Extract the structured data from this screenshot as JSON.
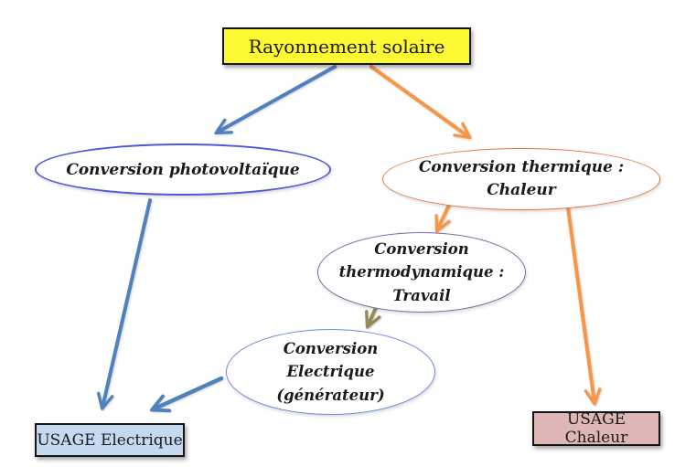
{
  "diagram": {
    "title": "Rayonnement solaire",
    "nodes": {
      "solar": {
        "label": "Rayonnement solaire",
        "shape": "rectangle",
        "fill": "#fcf832",
        "border": "#151515"
      },
      "photovoltaic": {
        "label": "Conversion photovoltaïque",
        "shape": "ellipse",
        "stroke": "#5058d8"
      },
      "thermal": {
        "label": "Conversion thermique :\nChaleur",
        "shape": "ellipse",
        "stroke": "#e8763a"
      },
      "thermodynamic": {
        "label": "Conversion\nthermodynamique :\nTravail",
        "shape": "ellipse",
        "stroke": "#7b6a9d"
      },
      "electric_generator": {
        "label": "Conversion\nElectrique\n(générateur)",
        "shape": "ellipse",
        "stroke": "#7289e2"
      },
      "usage_electric": {
        "label": "USAGE Electrique",
        "shape": "rectangle",
        "fill": "#c5d9f1",
        "border": "#151515"
      },
      "usage_heat": {
        "label": "USAGE Chaleur",
        "shape": "rectangle",
        "fill": "#ddb6b5",
        "border": "#151515"
      }
    },
    "edges": [
      {
        "from": "solar",
        "to": "photovoltaic",
        "color": "blue"
      },
      {
        "from": "solar",
        "to": "thermal",
        "color": "orange"
      },
      {
        "from": "thermal",
        "to": "thermodynamic",
        "color": "orange"
      },
      {
        "from": "thermal",
        "to": "usage_heat",
        "color": "orange"
      },
      {
        "from": "thermodynamic",
        "to": "electric_generator",
        "color": "olive"
      },
      {
        "from": "photovoltaic",
        "to": "usage_electric",
        "color": "blue"
      },
      {
        "from": "electric_generator",
        "to": "usage_electric",
        "color": "blue"
      }
    ],
    "palette": {
      "blue": "#4f81bd",
      "orange": "#f79646",
      "olive": "#948a54"
    }
  }
}
